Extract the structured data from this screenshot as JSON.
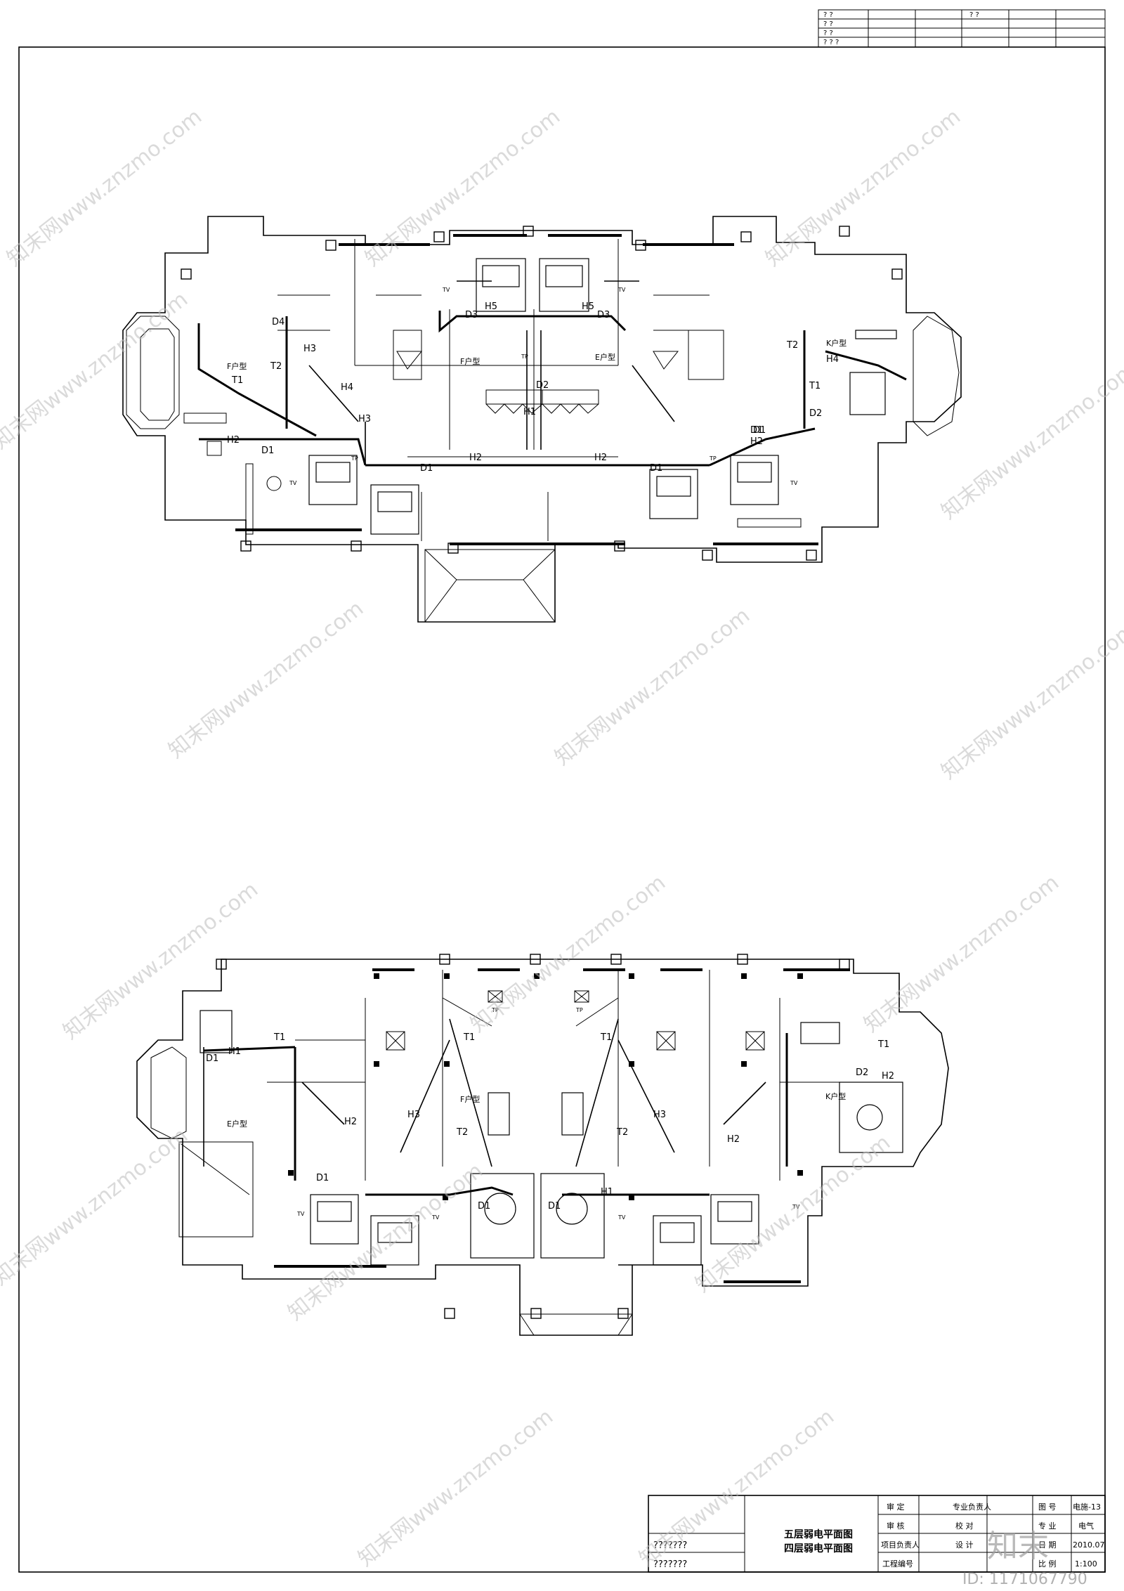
{
  "revision_table": {
    "rows": [
      [
        "? ?",
        "",
        "",
        "? ?",
        "",
        "",
        ""
      ],
      [
        "? ?",
        "",
        "",
        "",
        "",
        "",
        ""
      ],
      [
        "? ?",
        "",
        "",
        "",
        "",
        "",
        ""
      ],
      [
        "? ? ?",
        "",
        "",
        "",
        "",
        "",
        ""
      ]
    ]
  },
  "upper_plan": {
    "unit_labels": [
      "F户型",
      "F户型",
      "E户型",
      "K户型"
    ],
    "line_labels": [
      "D1",
      "D1",
      "D1",
      "D1",
      "D2",
      "D3",
      "D3",
      "D4",
      "H1",
      "H2",
      "H2",
      "H2",
      "H2",
      "H3",
      "H3",
      "H4",
      "H4",
      "H5",
      "H5",
      "T1",
      "T1",
      "T2",
      "T2",
      "D2",
      "D1"
    ],
    "outlet_labels": [
      "TP",
      "TV"
    ]
  },
  "lower_plan": {
    "unit_labels": [
      "E户型",
      "F户型",
      "K户型"
    ],
    "line_labels": [
      "D1",
      "D1",
      "D1",
      "D1",
      "H1",
      "H1",
      "H2",
      "H2",
      "H3",
      "H3",
      "T1",
      "T1",
      "T1",
      "T1",
      "T2",
      "T2",
      "D2",
      "H2"
    ],
    "outlet_labels": [
      "TP",
      "TV"
    ]
  },
  "title_block": {
    "left_code_1": "???????",
    "left_code_2": "???????",
    "drawing_title_1": "五层弱电平面图",
    "drawing_title_2": "四层弱电平面图",
    "role_1": "审  定",
    "role_2": "审  核",
    "role_3": "项目负责人",
    "role_4": "工程编号",
    "role_5": "专业负责人",
    "role_6": "校  对",
    "role_7": "设  计",
    "label_drawing_no": "图  号",
    "label_specialty": "专  业",
    "label_date": "日  期",
    "label_scale": "比  例",
    "drawing_no": "电施-13",
    "specialty": "电气",
    "date": "2010.07",
    "scale": "1:100"
  },
  "watermark": {
    "text": "知末网www.znzmo.com",
    "brand": "知末",
    "id": "ID: 1171067790"
  }
}
